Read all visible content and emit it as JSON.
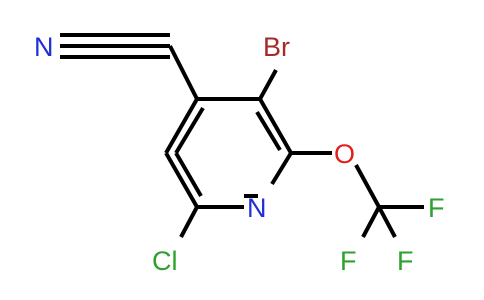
{
  "colors": {
    "carbon": "#000000",
    "nitrogen": "#1f2fd4",
    "bromine": "#a52a2a",
    "oxygen": "#e0201c",
    "fluorine": "#2ea02e",
    "chlorine": "#2ea02e",
    "background": "#ffffff"
  },
  "atoms": {
    "nitrile_n": "N",
    "ring_n": "N",
    "bromine": "Br",
    "oxygen": "O",
    "chlorine": "Cl",
    "fluorine_1": "F",
    "fluorine_2": "F",
    "fluorine_3": "F"
  }
}
